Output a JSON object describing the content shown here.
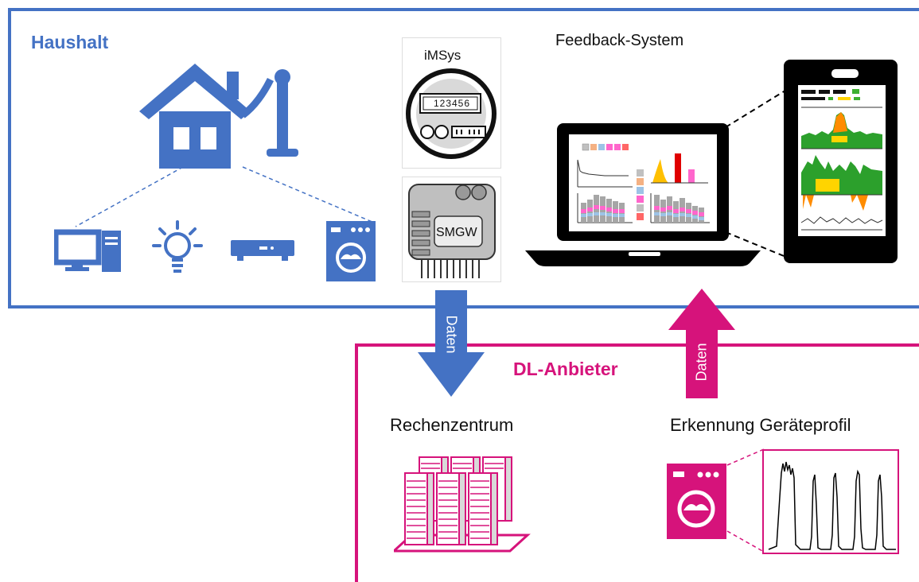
{
  "labels": {
    "haushalt": "Haushalt",
    "dl_anbieter": "DL-Anbieter",
    "imsys": "iMSys",
    "meter_display": "123456",
    "smgw": "SMGW",
    "feedback_system": "Feedback-System",
    "rechenzentrum": "Rechenzentrum",
    "erkennung": "Erkennung Geräteprofil",
    "daten_down": "Daten",
    "daten_up": "Daten"
  },
  "colors": {
    "blue": "#4472C4",
    "magenta": "#D6137B"
  },
  "icons": {
    "house": "house-with-antenna-icon",
    "computer": "computer-icon",
    "bulb": "lightbulb-icon",
    "receiver": "set-top-box-icon",
    "washer": "washing-machine-icon",
    "meter": "smart-meter-icon",
    "gateway": "smart-meter-gateway-icon",
    "laptop": "laptop-dashboard-icon",
    "phone": "phone-dashboard-icon",
    "servers": "server-racks-icon",
    "profile": "load-profile-chart-icon"
  }
}
